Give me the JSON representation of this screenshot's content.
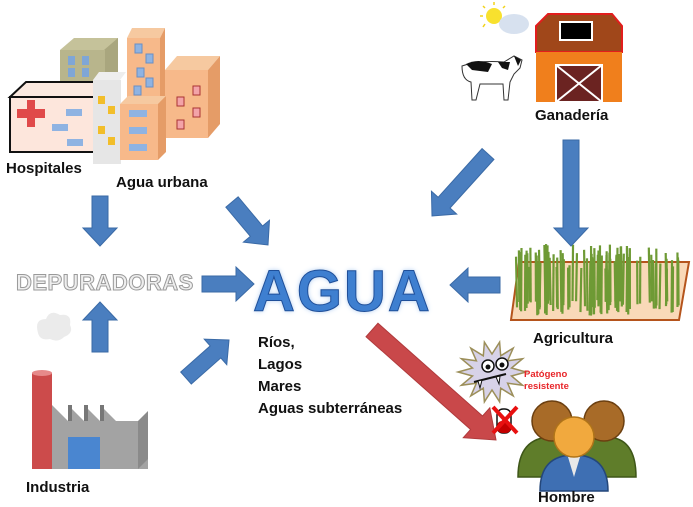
{
  "diagram": {
    "center": {
      "title": "AGUA",
      "sources": [
        "Ríos,",
        "Lagos",
        "Mares",
        "Aguas subterráneas"
      ]
    },
    "nodes": {
      "hospitales": "Hospitales",
      "agua_urbana": "Agua urbana",
      "depuradoras": "DEPURADORAS",
      "industria": "Industria",
      "ganaderia": "Ganadería",
      "agricultura": "Agricultura",
      "hombre": "Hombre",
      "patogeno": [
        "Patógeno",
        "resistente"
      ]
    },
    "flows": [
      {
        "from": "Agua urbana",
        "to": "DEPURADORAS"
      },
      {
        "from": "Agua urbana",
        "to": "AGUA"
      },
      {
        "from": "Industria",
        "to": "DEPURADORAS"
      },
      {
        "from": "Industria",
        "to": "AGUA"
      },
      {
        "from": "DEPURADORAS",
        "to": "AGUA"
      },
      {
        "from": "Ganadería",
        "to": "AGUA"
      },
      {
        "from": "Ganadería",
        "to": "Agricultura"
      },
      {
        "from": "Agricultura",
        "to": "AGUA"
      },
      {
        "from": "AGUA",
        "to": "Hombre",
        "highlight": true
      }
    ],
    "colors": {
      "arrow": "#4a7ebf",
      "highlight_arrow": "#c9484a",
      "agua_text": "#3e7fd0",
      "patogeno_text": "#e8262a"
    }
  }
}
